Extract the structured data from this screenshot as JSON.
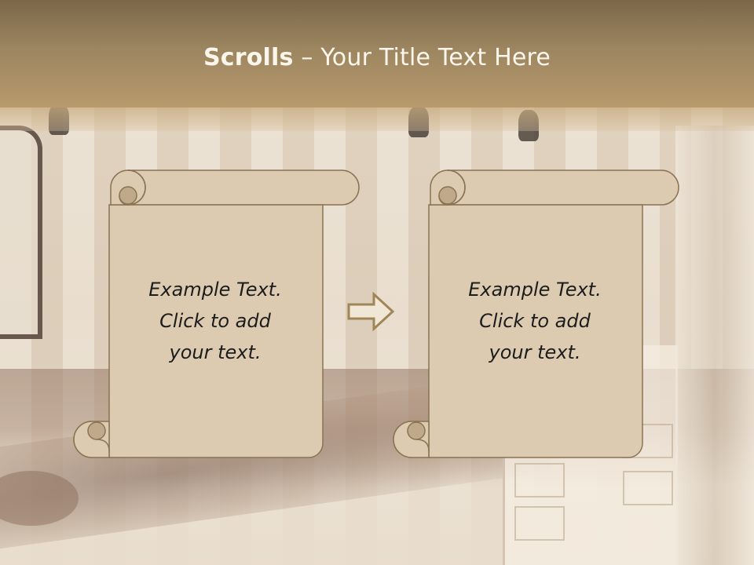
{
  "slide": {
    "title_bold": "Scrolls",
    "title_dash": " – ",
    "title_rest": "Your Title Text Here"
  },
  "panels": [
    {
      "line1": "Example  Text.",
      "line2": "Click  to add",
      "line3": "your text."
    },
    {
      "line1": "Example  Text.",
      "line2": "Click  to add",
      "line3": "your text."
    }
  ],
  "colors": {
    "header": "#9c8560",
    "scroll_fill": "#dccbb0",
    "scroll_outline": "#8a7352",
    "curl_fill": "#bfa98a",
    "arrow_outline": "#a08656"
  },
  "icons": {
    "connector": "right-arrow-icon"
  }
}
